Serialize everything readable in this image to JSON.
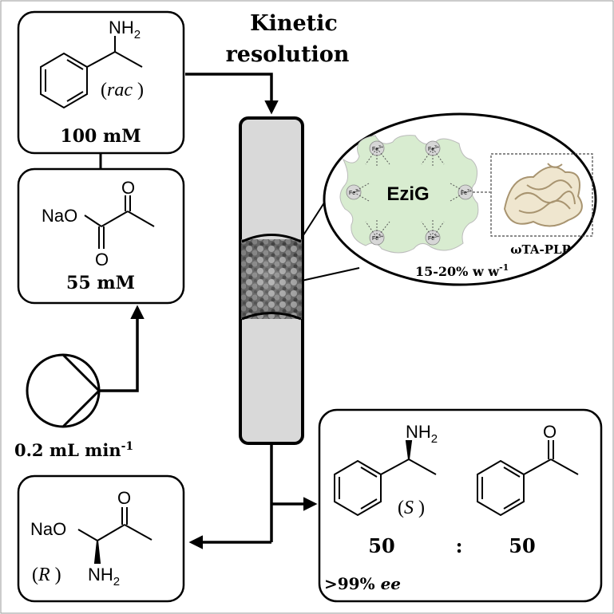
{
  "title": {
    "line1": "Kinetic",
    "line2": "resolution"
  },
  "substrate": {
    "amine_group": "NH",
    "amine_sub": "2",
    "stereo_label": "rac",
    "concentration": "100 mM"
  },
  "donor": {
    "atom_label": "NaO",
    "oxygen_label": "O",
    "oxygen_label_2": "O",
    "concentration": "55 mM"
  },
  "pump": {
    "flow_rate": "0.2 mL min",
    "flow_exp": "-1"
  },
  "catalyst": {
    "carrier": "EziG",
    "iron_label": "Fe",
    "iron_charge": "3+",
    "enzyme": "ωTA-PLP",
    "loading": "15-20% w w",
    "loading_exp": "-1"
  },
  "products": {
    "amine_group": "NH",
    "amine_sub": "2",
    "stereo_label": "S",
    "ketone_oxygen": "O",
    "ratio_left": "50",
    "ratio_sep": ":",
    "ratio_right": "50",
    "ee_value": ">99% ",
    "ee_label": "ee"
  },
  "byproduct": {
    "atom_label": "NaO",
    "oxygen_label": "O",
    "amine_group": "NH",
    "amine_sub": "2",
    "stereo_label": "R"
  }
}
